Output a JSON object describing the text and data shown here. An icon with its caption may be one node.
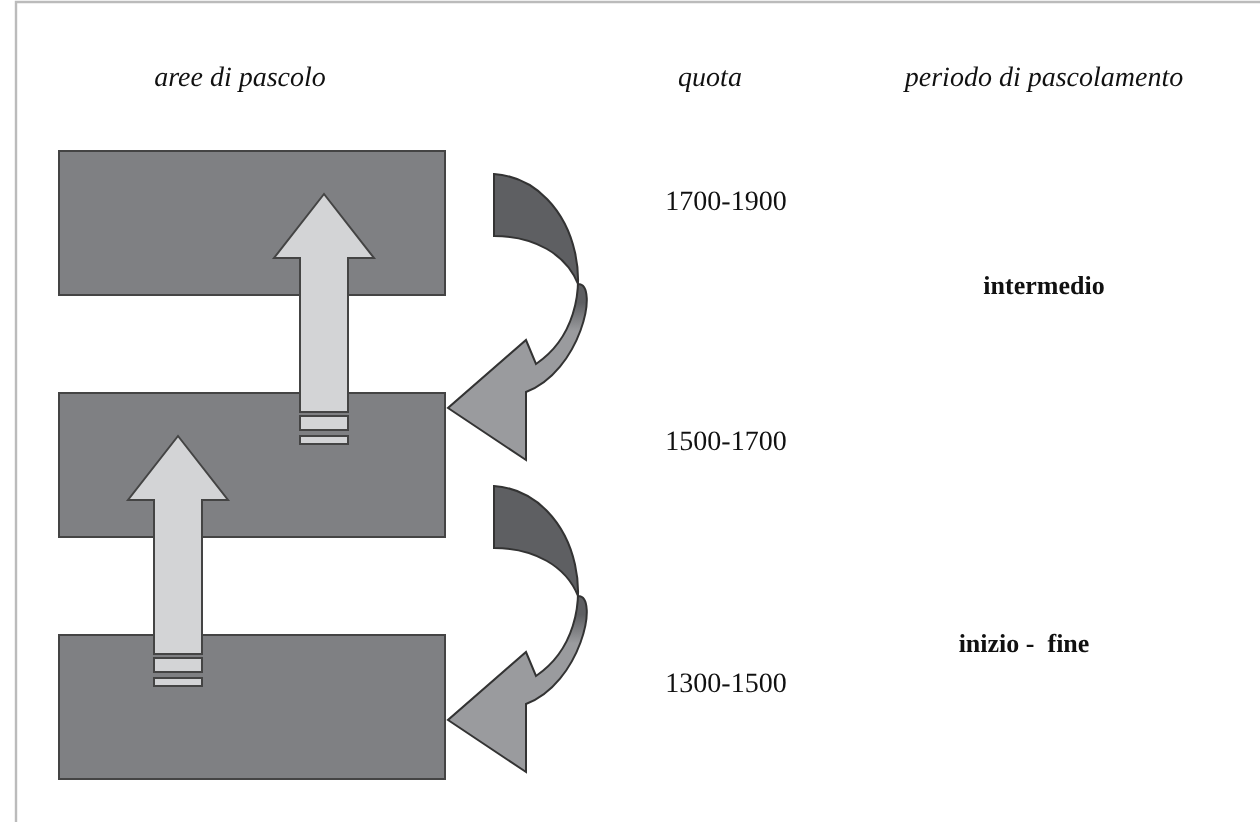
{
  "diagram": {
    "nodes": [
      {
        "text": [],
        "shape": "box"
      },
      {
        "text": [],
        "shape": "box"
      },
      {
        "text": [],
        "shape": "box"
      }
    ],
    "edges": [
      {
        "from": 1,
        "to": 0,
        "arrow": "to",
        "style": "thick"
      },
      {
        "from": 2,
        "to": 1,
        "arrow": "to",
        "style": "thick"
      },
      {
        "from": 0,
        "to": 1,
        "arrow": "to"
      },
      {
        "from": 1,
        "to": 2,
        "arrow": "to"
      }
    ],
    "labels": [
      "aree di pascolo",
      "quota",
      "periodo di pascolamento",
      "1700-1900",
      "intermedio",
      "1500-1700",
      "1300-1500",
      "inizio -  fine"
    ]
  }
}
